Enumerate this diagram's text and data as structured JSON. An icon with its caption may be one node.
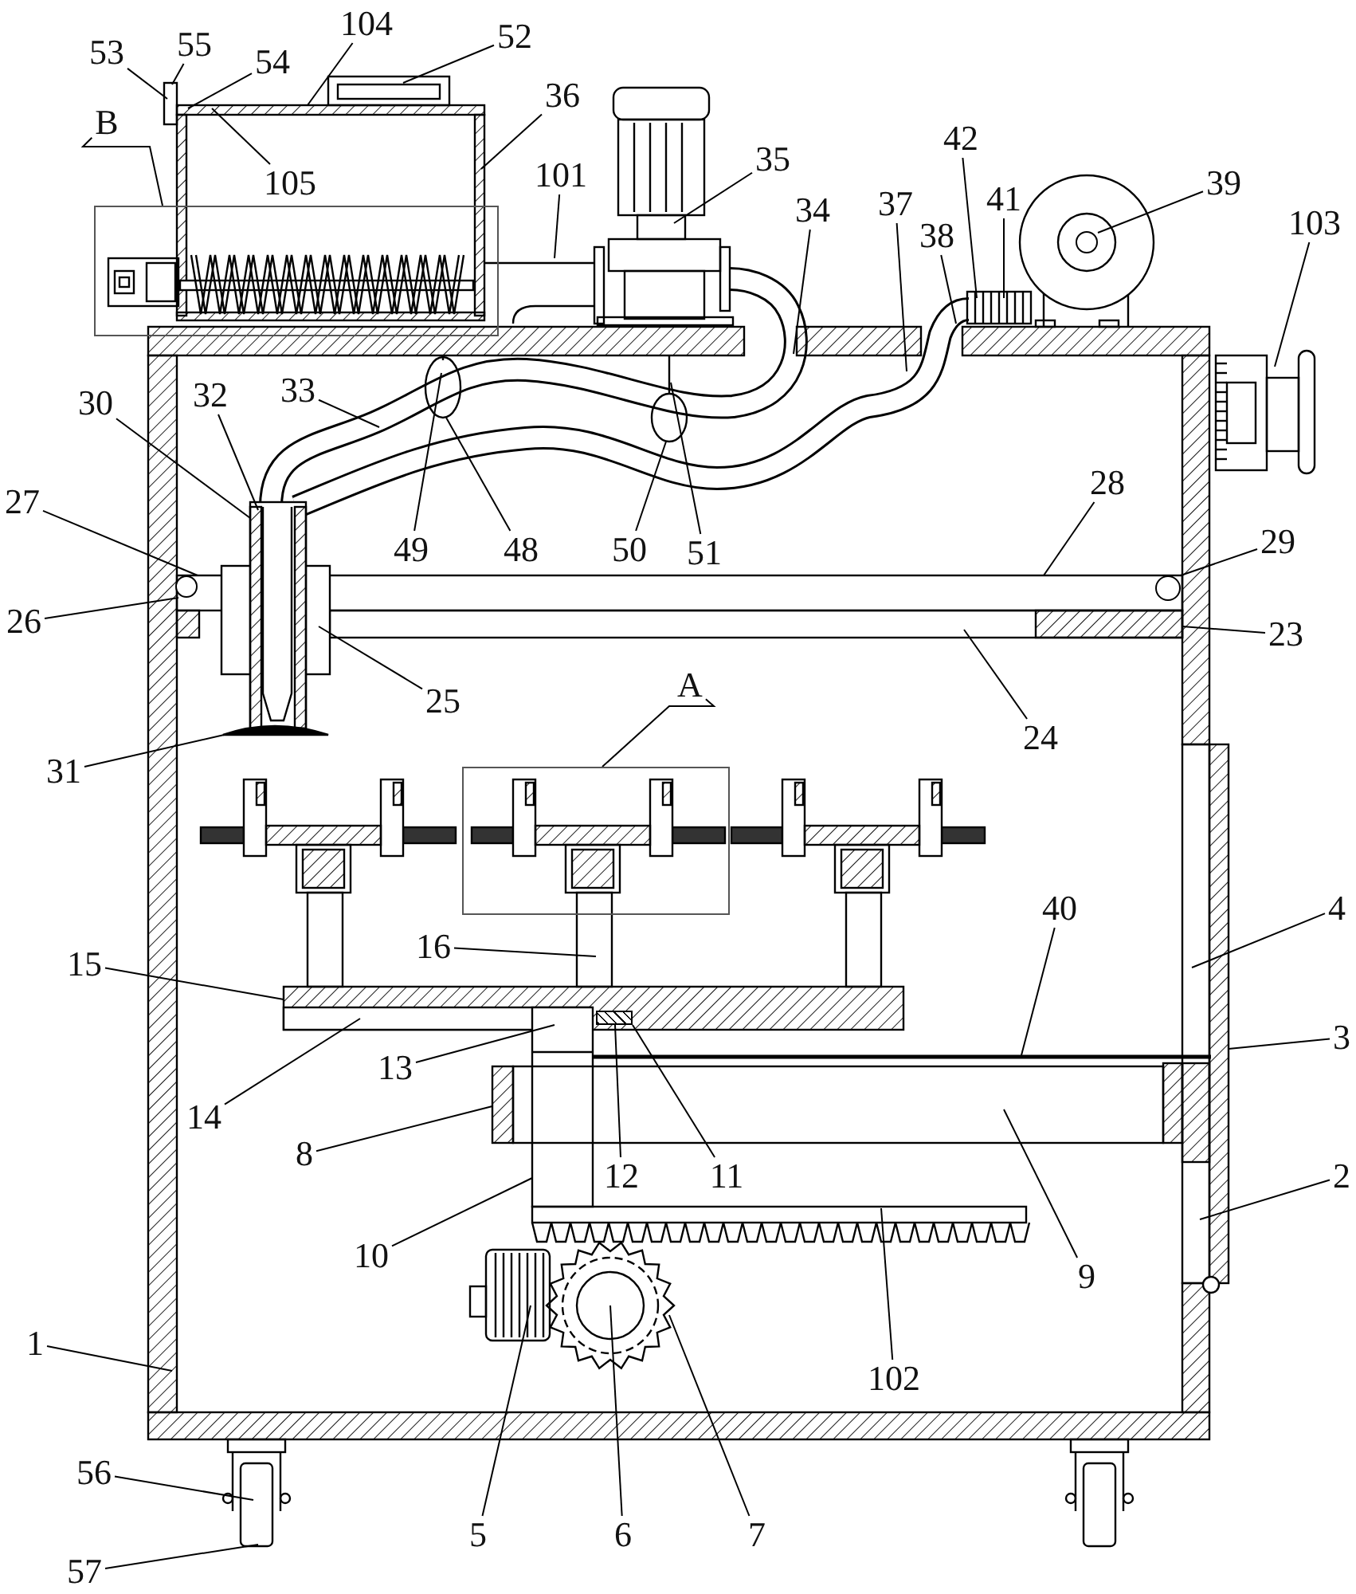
{
  "diagram": {
    "nodes": [
      {
        "text": [
          "104"
        ]
      },
      {
        "text": [
          "52"
        ]
      },
      {
        "text": [
          "55"
        ]
      },
      {
        "text": [
          "53"
        ]
      },
      {
        "text": [
          "54"
        ]
      },
      {
        "text": [
          "36"
        ]
      },
      {
        "text": [
          "B"
        ]
      },
      {
        "text": [],
        "shape": "box"
      },
      {
        "text": [
          "42"
        ]
      },
      {
        "text": [
          "35"
        ]
      },
      {
        "text": [
          "101"
        ]
      },
      {
        "text": [
          "105"
        ]
      },
      {
        "text": [
          "39"
        ]
      },
      {
        "text": [
          "41"
        ]
      },
      {
        "text": [
          "37"
        ]
      },
      {
        "text": [
          "34"
        ]
      },
      {
        "text": [
          "103"
        ]
      },
      {
        "text": [
          "38"
        ]
      },
      {
        "text": [
          "33"
        ]
      },
      {
        "text": [
          "32"
        ]
      },
      {
        "text": [
          "30"
        ]
      },
      {
        "text": [
          "28"
        ]
      },
      {
        "text": [
          "27"
        ]
      },
      {
        "text": [
          "29"
        ]
      },
      {
        "text": [
          "49"
        ]
      },
      {
        "text": [
          "48"
        ]
      },
      {
        "text": [
          "50"
        ]
      },
      {
        "text": [
          "51"
        ]
      },
      {
        "text": [
          "26"
        ]
      },
      {
        "text": [
          "23"
        ]
      },
      {
        "text": [
          "A"
        ]
      },
      {
        "text": [],
        "shape": "box"
      },
      {
        "text": [
          "25"
        ]
      },
      {
        "text": [
          "24"
        ]
      },
      {
        "text": [
          "31"
        ]
      },
      {
        "text": [
          "40"
        ]
      },
      {
        "text": [
          "4"
        ]
      },
      {
        "text": [
          "16"
        ]
      },
      {
        "text": [
          "15"
        ]
      },
      {
        "text": [
          "3"
        ]
      },
      {
        "text": [
          "13"
        ]
      },
      {
        "text": [
          "14"
        ]
      },
      {
        "text": [
          "8"
        ]
      },
      {
        "text": [
          "12"
        ]
      },
      {
        "text": [
          "11"
        ]
      },
      {
        "text": [
          "2"
        ]
      },
      {
        "text": [
          "10"
        ]
      },
      {
        "text": [
          "9"
        ]
      },
      {
        "text": [
          "1"
        ]
      },
      {
        "text": [
          "102"
        ]
      },
      {
        "text": [
          "56"
        ]
      },
      {
        "text": [
          "5"
        ]
      },
      {
        "text": [
          "6"
        ]
      },
      {
        "text": [
          "7"
        ]
      },
      {
        "text": [
          "57"
        ]
      },
      {
        "text": [],
        "shape": "circle"
      },
      {
        "text": [],
        "shape": "circle"
      },
      {
        "text": [],
        "shape": "circle"
      },
      {
        "text": [],
        "shape": "box"
      }
    ],
    "edges": [
      {
        "from": 0,
        "to": null,
        "arrow": "none"
      },
      {
        "from": 1,
        "to": null,
        "arrow": "none"
      },
      {
        "from": 2,
        "to": null,
        "arrow": "none"
      },
      {
        "from": 3,
        "to": null,
        "arrow": "none"
      },
      {
        "from": 4,
        "to": null,
        "arrow": "none"
      },
      {
        "from": 5,
        "to": null,
        "arrow": "none"
      },
      {
        "from": 6,
        "to": 7,
        "arrow": "none"
      },
      {
        "from": 8,
        "to": null,
        "arrow": "none"
      },
      {
        "from": 9,
        "to": null,
        "arrow": "none"
      },
      {
        "from": 10,
        "to": null,
        "arrow": "none"
      },
      {
        "from": 11,
        "to": null,
        "arrow": "none"
      },
      {
        "from": 12,
        "to": 55,
        "arrow": "none"
      },
      {
        "from": 13,
        "to": null,
        "arrow": "none"
      },
      {
        "from": 14,
        "to": null,
        "arrow": "none"
      },
      {
        "from": 15,
        "to": null,
        "arrow": "none"
      },
      {
        "from": 16,
        "to": null,
        "arrow": "none"
      },
      {
        "from": 17,
        "to": null,
        "arrow": "none"
      },
      {
        "from": 18,
        "to": null,
        "arrow": "none"
      },
      {
        "from": 19,
        "to": null,
        "arrow": "none"
      },
      {
        "from": 20,
        "to": null,
        "arrow": "none"
      },
      {
        "from": 21,
        "to": null,
        "arrow": "none"
      },
      {
        "from": 22,
        "to": 56,
        "arrow": "none"
      },
      {
        "from": 23,
        "to": 57,
        "arrow": "none"
      },
      {
        "from": 24,
        "to": null,
        "arrow": "none"
      },
      {
        "from": 25,
        "to": null,
        "arrow": "none"
      },
      {
        "from": 26,
        "to": null,
        "arrow": "none"
      },
      {
        "from": 27,
        "to": null,
        "arrow": "none"
      },
      {
        "from": 28,
        "to": 56,
        "arrow": "none"
      },
      {
        "from": 29,
        "to": null,
        "arrow": "none"
      },
      {
        "from": 30,
        "to": 31,
        "arrow": "none"
      },
      {
        "from": 32,
        "to": null,
        "arrow": "none"
      },
      {
        "from": 33,
        "to": null,
        "arrow": "none"
      },
      {
        "from": 34,
        "to": null,
        "arrow": "none"
      },
      {
        "from": 35,
        "to": null,
        "arrow": "none"
      },
      {
        "from": 36,
        "to": null,
        "arrow": "none"
      },
      {
        "from": 37,
        "to": null,
        "arrow": "none"
      },
      {
        "from": 38,
        "to": null,
        "arrow": "none"
      },
      {
        "from": 39,
        "to": null,
        "arrow": "none"
      },
      {
        "from": 40,
        "to": null,
        "arrow": "none"
      },
      {
        "from": 41,
        "to": null,
        "arrow": "none"
      },
      {
        "from": 42,
        "to": null,
        "arrow": "none"
      },
      {
        "from": 43,
        "to": 58,
        "arrow": "none"
      },
      {
        "from": 44,
        "to": 58,
        "arrow": "none"
      },
      {
        "from": 45,
        "to": null,
        "arrow": "none"
      },
      {
        "from": 46,
        "to": null,
        "arrow": "none"
      },
      {
        "from": 47,
        "to": null,
        "arrow": "none"
      },
      {
        "from": 48,
        "to": null,
        "arrow": "none"
      },
      {
        "from": 49,
        "to": null,
        "arrow": "none"
      },
      {
        "from": 50,
        "to": null,
        "arrow": "none"
      },
      {
        "from": 51,
        "to": null,
        "arrow": "none"
      },
      {
        "from": 52,
        "to": null,
        "arrow": "none"
      },
      {
        "from": 53,
        "to": null,
        "arrow": "none"
      },
      {
        "from": 54,
        "to": null,
        "arrow": "none"
      }
    ]
  }
}
